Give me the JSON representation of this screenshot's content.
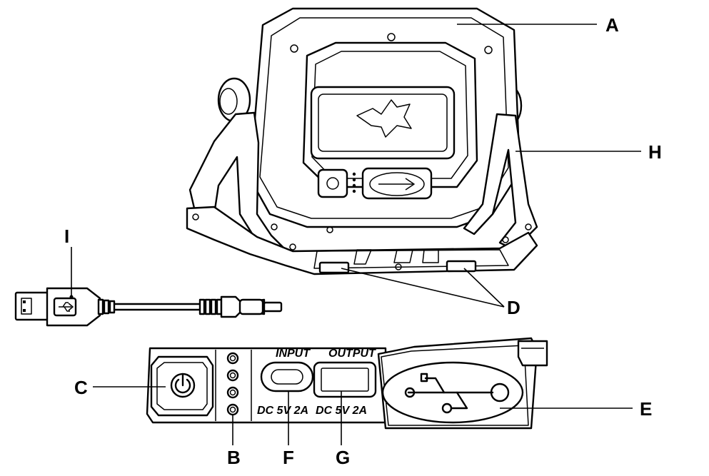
{
  "callouts": {
    "a": "A",
    "b": "B",
    "c": "C",
    "d": "D",
    "e": "E",
    "f": "F",
    "g": "G",
    "h": "H",
    "i": "I"
  },
  "panel": {
    "input_label": "INPUT",
    "output_label": "OUTPUT",
    "input_rating": "DC 5V 2A",
    "output_rating": "DC 5V 2A"
  },
  "icons": [
    "power-icon",
    "usb-icon",
    "logo-icon",
    "usb-cable"
  ]
}
